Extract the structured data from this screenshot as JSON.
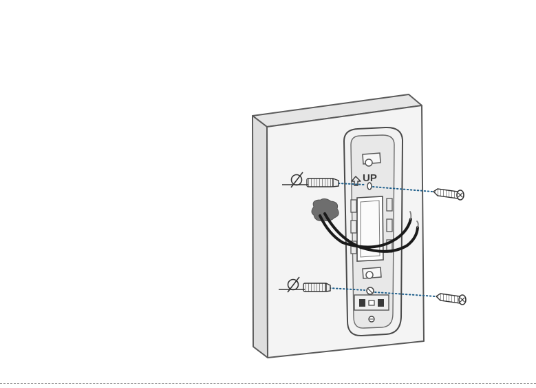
{
  "diagram": {
    "mount_label": "UP",
    "colors": {
      "outline": "#5a5a5a",
      "wall_face": "#f4f4f4",
      "wall_edge": "#d9d9d9",
      "plate_fill": "#f2f2f2",
      "plate_inner": "#e6e6e6",
      "guide_line": "#1f5f8b",
      "wire": "#1a1a1a",
      "insulation": "#6e6e6e"
    },
    "icons": [
      "drill-bit-size-icon",
      "drill-bit-size-icon",
      "wall-anchor",
      "wall-anchor",
      "mounting-screw",
      "mounting-screw",
      "up-arrow-icon"
    ]
  }
}
